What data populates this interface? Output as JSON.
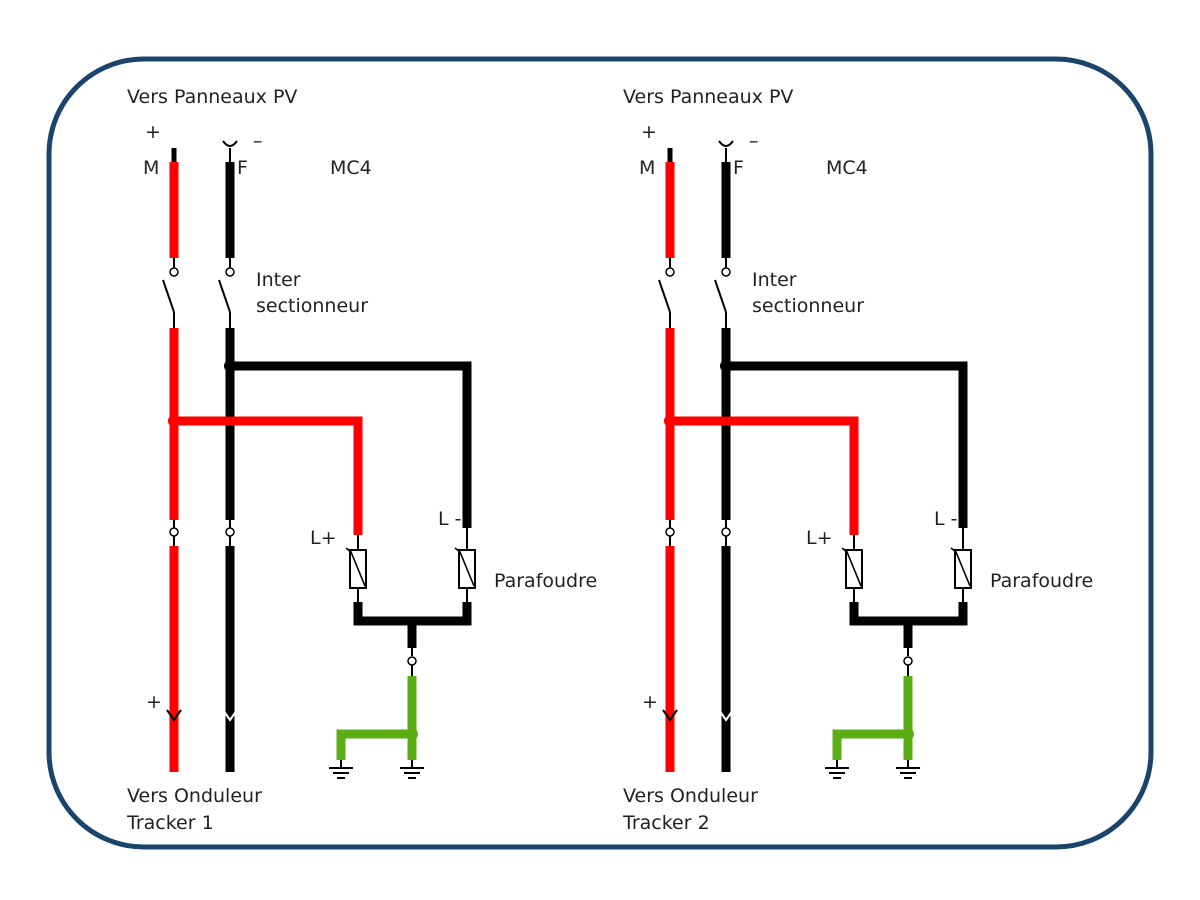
{
  "colors": {
    "frame": "#1a446c",
    "positive": "#ff0000",
    "negative": "#000000",
    "earth": "#5aad14",
    "text": "#222222"
  },
  "circuits": [
    {
      "top_label": "Vers Panneaux PV",
      "plus_sign": "+",
      "minus_sign": "–",
      "male_label": "M",
      "female_label": "F",
      "connector_label": "MC4",
      "switch_label_line1": "Inter",
      "switch_label_line2": "sectionneur",
      "spd_plus_label": "L+",
      "spd_minus_label": "L -",
      "spd_label": "Parafoudre",
      "bottom_plus_sign": "+",
      "bottom_label_line1": "Vers Onduleur",
      "bottom_label_line2": "Tracker 1"
    },
    {
      "top_label": "Vers Panneaux PV",
      "plus_sign": "+",
      "minus_sign": "–",
      "male_label": "M",
      "female_label": "F",
      "connector_label": "MC4",
      "switch_label_line1": "Inter",
      "switch_label_line2": "sectionneur",
      "spd_plus_label": "L+",
      "spd_minus_label": "L -",
      "spd_label": "Parafoudre",
      "bottom_plus_sign": "+",
      "bottom_label_line1": "Vers Onduleur",
      "bottom_label_line2": "Tracker 2"
    }
  ]
}
